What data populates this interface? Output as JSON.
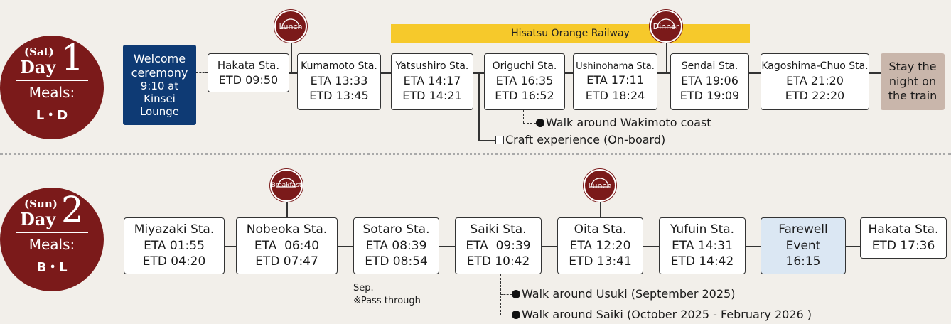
{
  "day1": {
    "dow": "(Sat)",
    "day_word": "Day",
    "day_number": "1",
    "meals_label": "Meals:",
    "meal_codes": "L・D",
    "railway_label": "Hisatsu Orange Railway",
    "meal_icons": [
      "Lunch",
      "Dinner"
    ],
    "welcome": {
      "lines": [
        "Welcome",
        "ceremony",
        "9:10 at",
        "Kinsei",
        "Lounge"
      ]
    },
    "stations": [
      {
        "name": "Hakata Sta.",
        "times": [
          "ETD 09:50"
        ]
      },
      {
        "name": "Kumamoto Sta.",
        "times": [
          "ETA 13:33",
          "ETD 13:45"
        ]
      },
      {
        "name": "Yatsushiro Sta.",
        "times": [
          "ETA 14:17",
          "ETD 14:21"
        ]
      },
      {
        "name": "Origuchi Sta.",
        "times": [
          "ETA 16:35",
          "ETD 16:52"
        ]
      },
      {
        "name": "Ushinohama Sta.",
        "times": [
          "ETA 17:11",
          "ETD 18:24"
        ]
      },
      {
        "name": "Sendai Sta.",
        "times": [
          "ETA 19:06",
          "ETD 19:09"
        ]
      },
      {
        "name": "Kagoshima-Chuo Sta.",
        "times": [
          "ETA 21:20",
          "ETD 22:20"
        ]
      }
    ],
    "stay": {
      "lines": [
        "Stay the",
        "night on",
        "the train"
      ]
    },
    "notes": [
      "Walk around Wakimoto coast",
      "Craft experience (On-board)"
    ]
  },
  "day2": {
    "dow": "(Sun)",
    "day_word": "Day",
    "day_number": "2",
    "meals_label": "Meals:",
    "meal_codes": "B・L",
    "meal_icons": [
      "Breakfast",
      "Lunch"
    ],
    "stations": [
      {
        "name": "Miyazaki Sta.",
        "times": [
          "ETA 01:55",
          "ETD 04:20"
        ]
      },
      {
        "name": "Nobeoka Sta.",
        "times": [
          "ETA  06:40",
          "ETD 07:47"
        ]
      },
      {
        "name": "Sotaro Sta.",
        "times": [
          "ETA 08:39",
          "ETD 08:54"
        ]
      },
      {
        "name": "Saiki Sta.",
        "times": [
          "ETA  09:39",
          "ETD 10:42"
        ]
      },
      {
        "name": "Oita Sta.",
        "times": [
          "ETA 12:20",
          "ETD 13:41"
        ]
      },
      {
        "name": "Yufuin Sta.",
        "times": [
          "ETA 14:31",
          "ETD 14:42"
        ]
      }
    ],
    "farewell": {
      "lines": [
        "Farewell",
        "Event",
        "16:15"
      ]
    },
    "last_station": {
      "name": "Hakata Sta.",
      "times": [
        "ETD 17:36"
      ]
    },
    "pass_note": [
      "Sep.",
      "※Pass through"
    ],
    "notes": [
      "Walk around Usuki (September 2025)",
      "Walk around Saiki (October 2025 - February 2026 )"
    ]
  },
  "colors": {
    "maroon": "#7b1a1a",
    "navy": "#0e3a74",
    "yellow": "#f6c92b",
    "taupe": "#c9b6ab",
    "lightblue": "#dbe7f3"
  }
}
